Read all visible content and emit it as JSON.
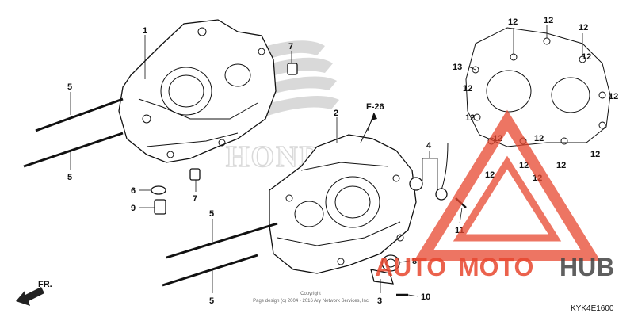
{
  "diagram": {
    "callouts": [
      "1",
      "2",
      "3",
      "4",
      "5",
      "5",
      "5",
      "5",
      "6",
      "7",
      "7",
      "8",
      "9",
      "10",
      "11",
      "12",
      "12",
      "12",
      "12",
      "12",
      "12",
      "12",
      "12",
      "12",
      "12",
      "12",
      "12",
      "12",
      "12",
      "13"
    ],
    "reference_label": "F-26",
    "front_label": "FR.",
    "copyright_line1": "Copyright",
    "copyright_line2": "Page design (c) 2004 - 2016 Ary Network Services, Inc",
    "diagram_code": "KYK4E1600",
    "background_brand": "HONDA"
  },
  "watermark": {
    "text_auto": "AUTO",
    "text_moto": "MOTO",
    "text_hub": "HUB",
    "colors": {
      "accent": "#e8472f",
      "dark": "#444444"
    }
  }
}
